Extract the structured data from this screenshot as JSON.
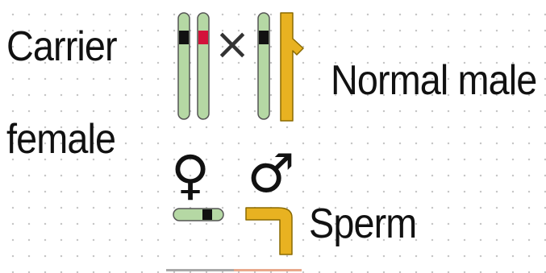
{
  "labels": {
    "carrier": "Carrier",
    "female": "female",
    "normal_male": "Normal male",
    "sperm": "Sperm"
  },
  "symbols": {
    "cross": "×",
    "female_symbol": "♀",
    "male_symbol": "♂"
  },
  "colors": {
    "x_chromosome": "#b5d8a4",
    "y_chromosome": "#e8b221",
    "normal_allele_band": "#111111",
    "mutant_allele_band": "#d3123a",
    "outline": "#555555",
    "bottom_rule_left": "#a9a9a9",
    "bottom_rule_right": "#e8a98c"
  }
}
